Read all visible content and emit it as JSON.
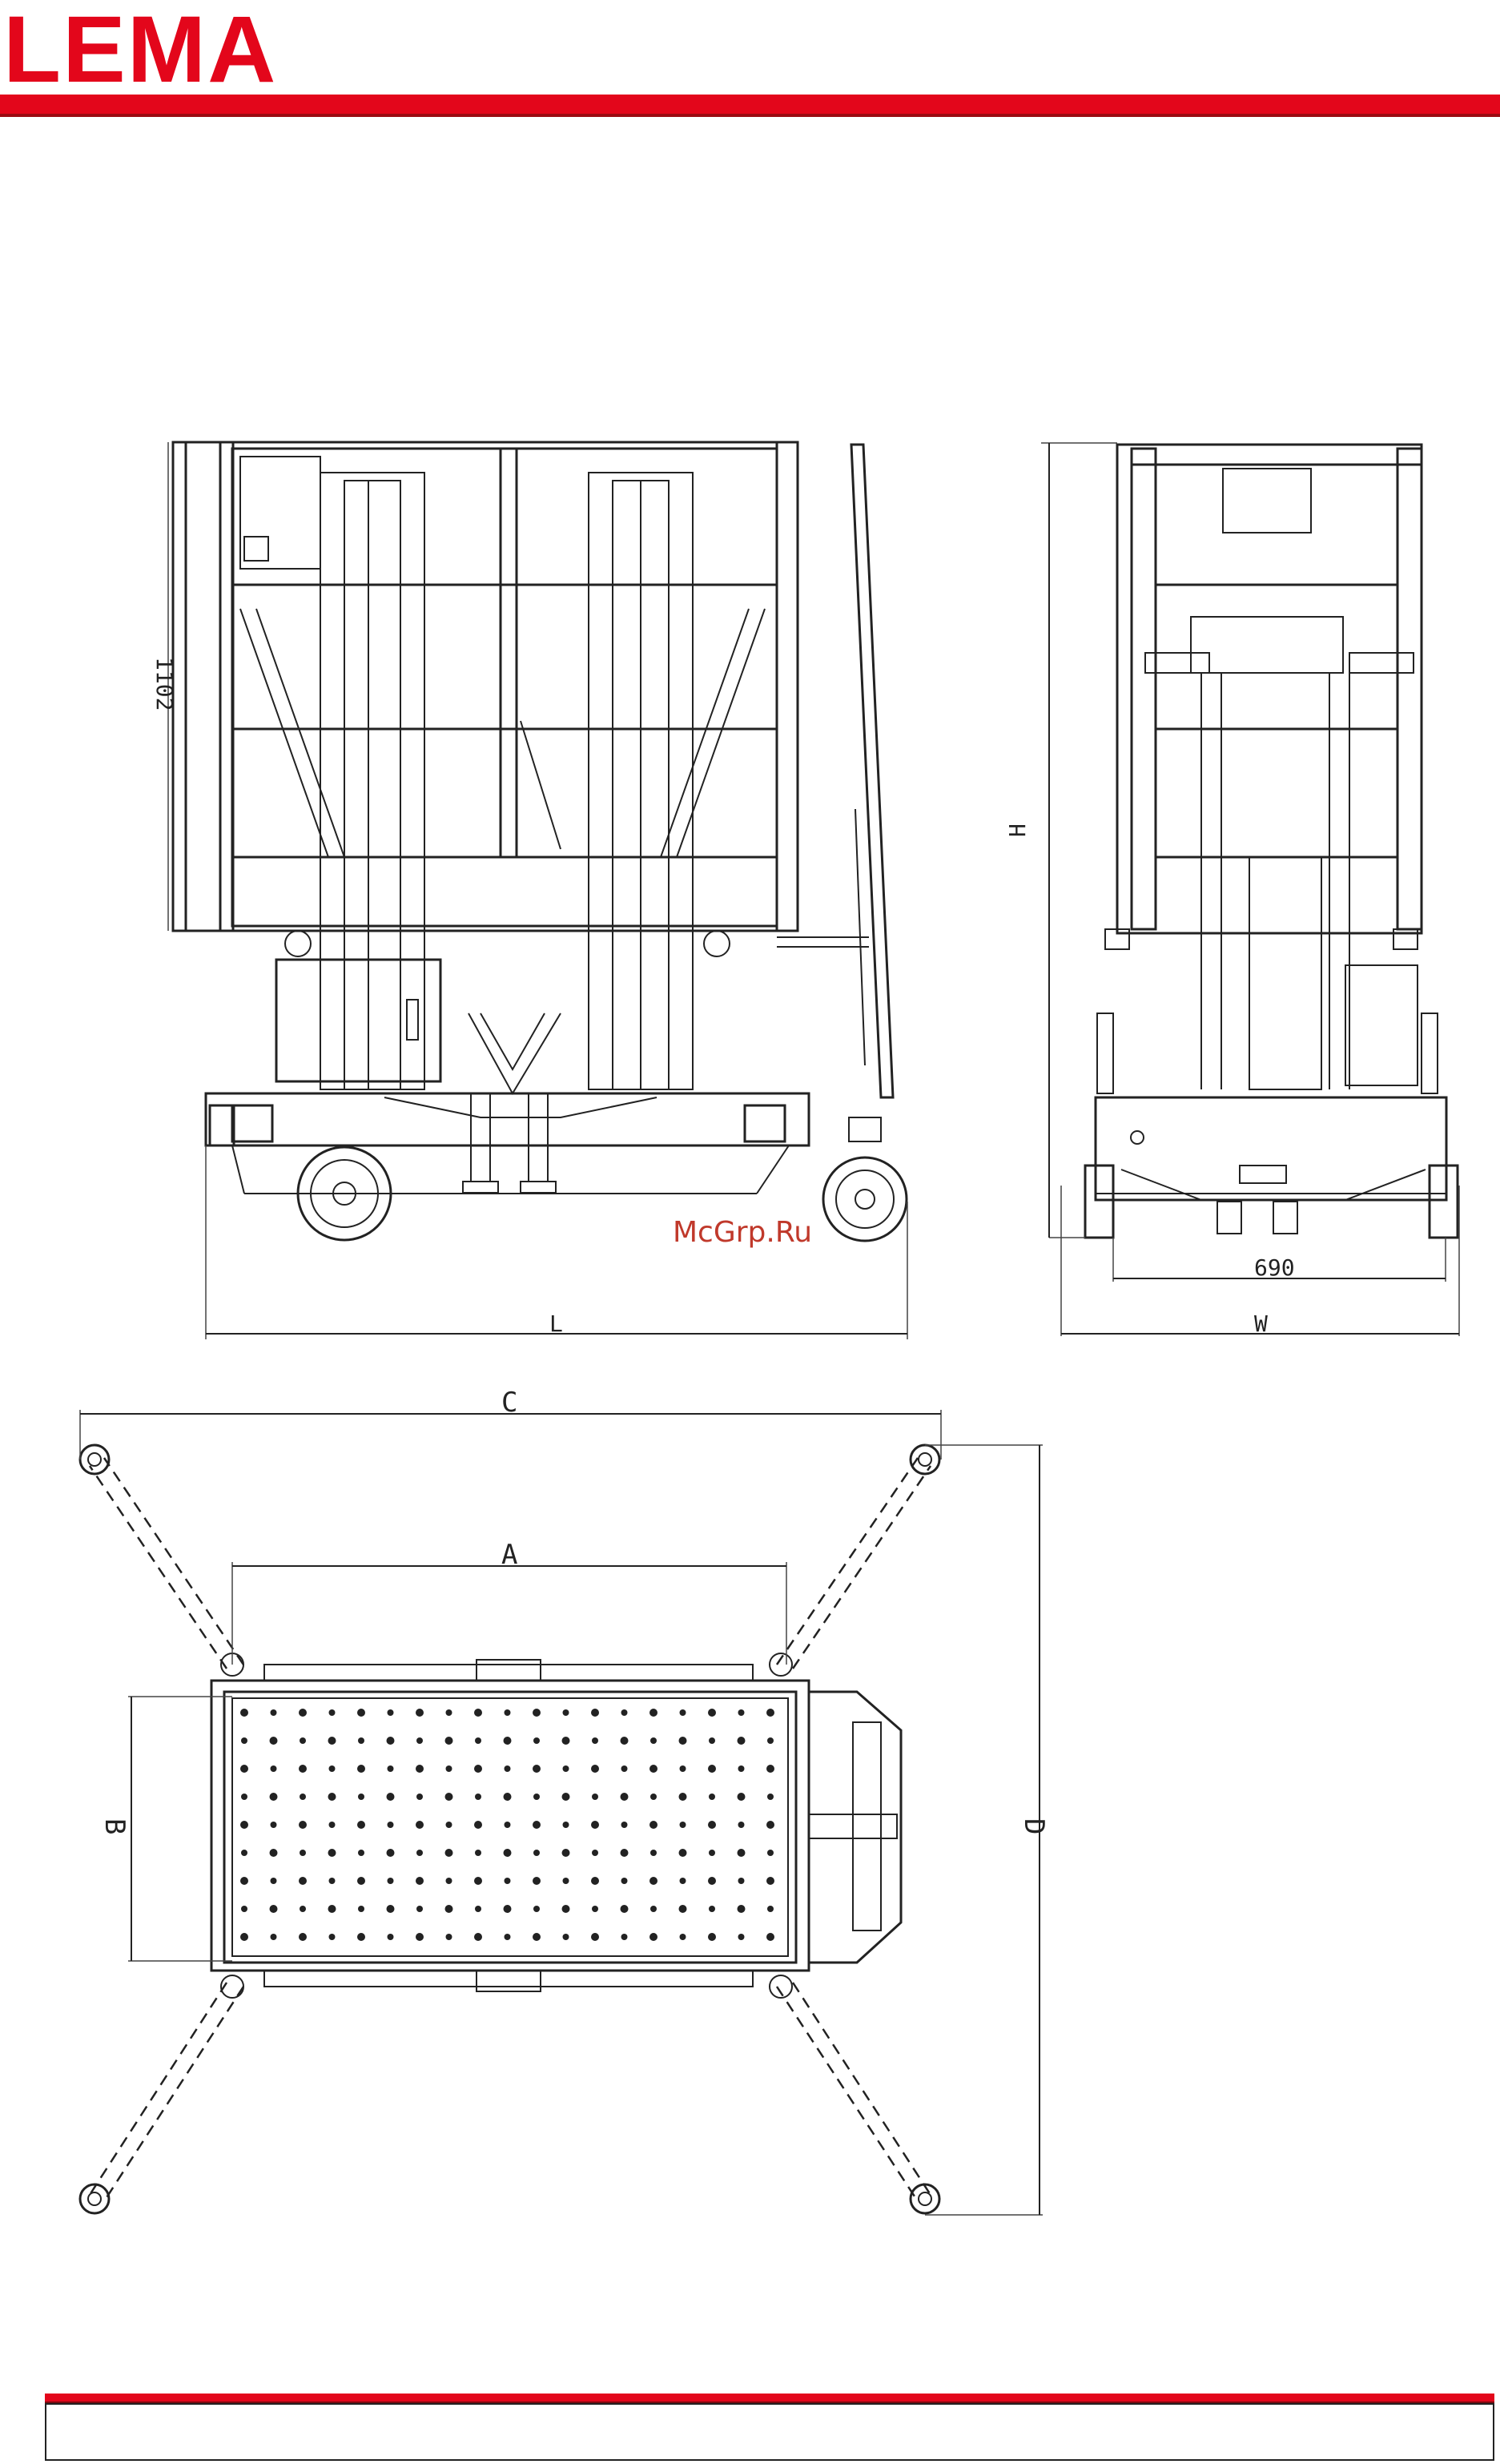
{
  "brand": {
    "logo_text": "LEMA",
    "brand_color": "#e3061b",
    "rule_color": "#e3061b"
  },
  "side_view": {
    "guardrail_height_label": "1102",
    "length_label": "L"
  },
  "front_view": {
    "height_label": "H",
    "wheel_track_label": "690",
    "width_label": "W"
  },
  "top_view": {
    "outrigger_span_length_label": "C",
    "platform_length_label": "A",
    "platform_width_label": "B",
    "outrigger_span_width_label": "D"
  },
  "watermark": "McGrp.Ru"
}
